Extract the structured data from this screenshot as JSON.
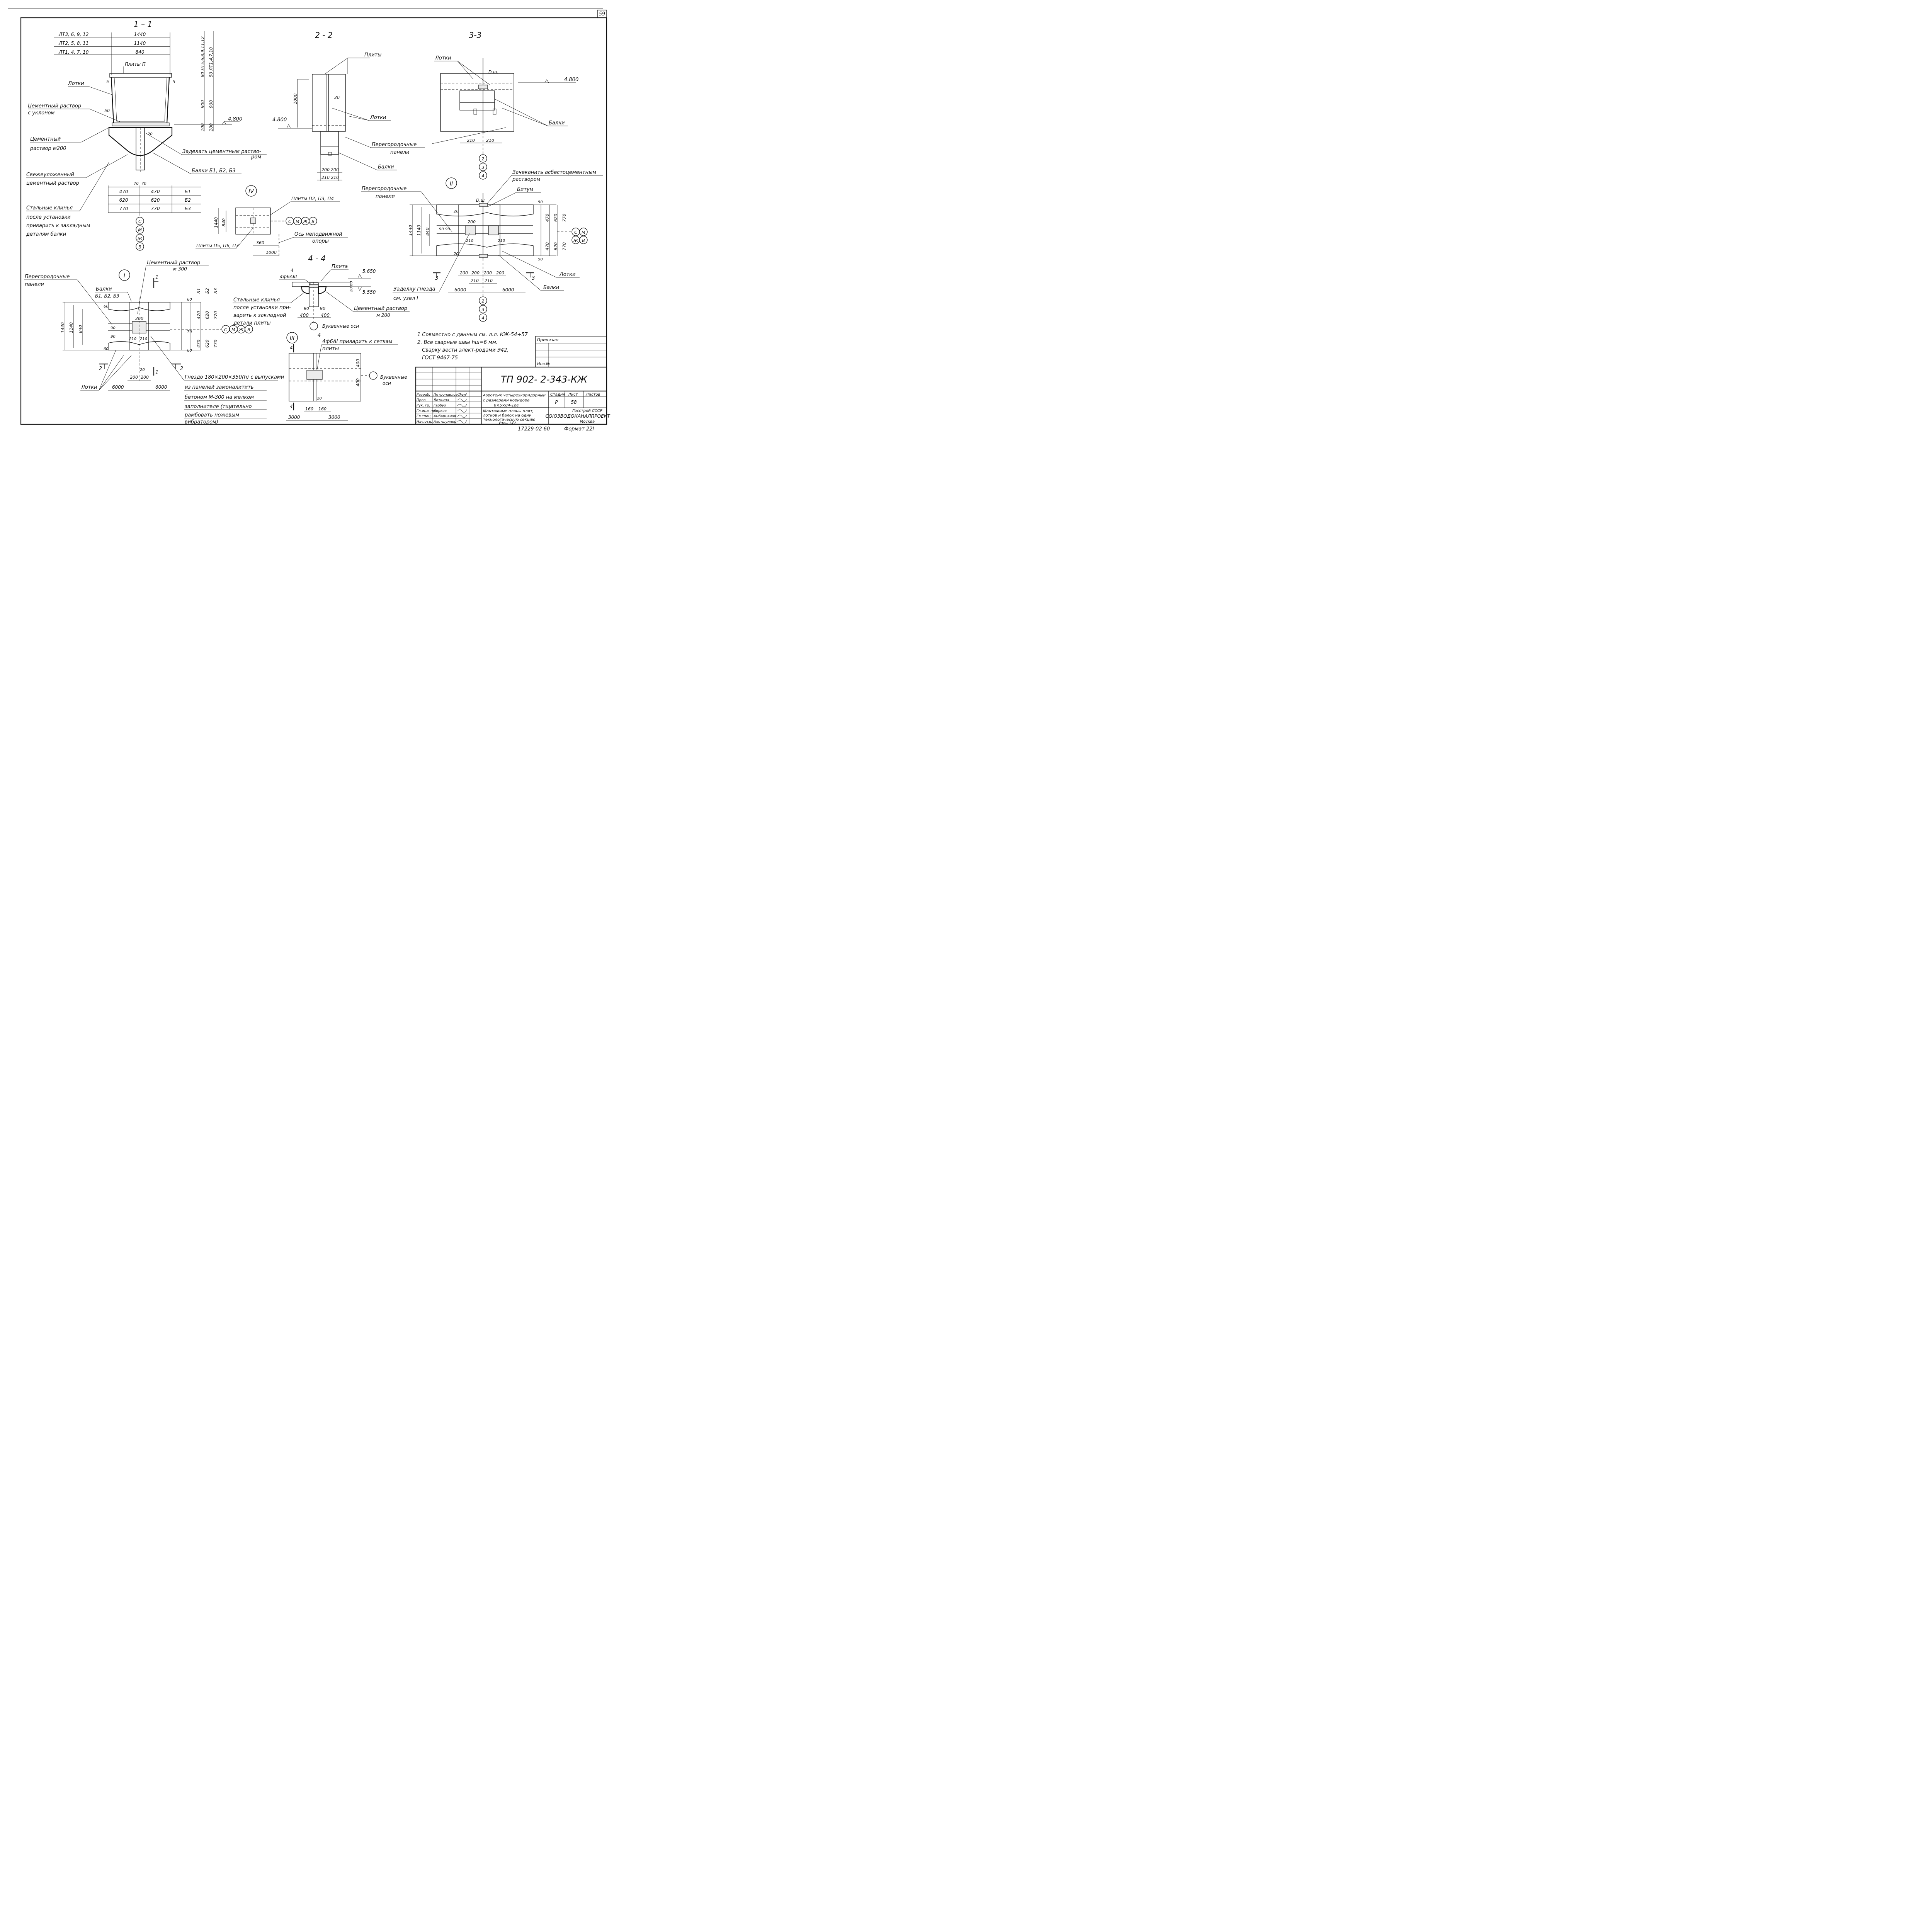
{
  "sheet": {
    "page_number": "59",
    "format": "Формат 22I",
    "inventory": "17229-02 60"
  },
  "sec11": {
    "title": "1 – 1",
    "dim_rows": [
      {
        "label": "ЛТ3, 6, 9, 12",
        "value": "1440"
      },
      {
        "label": "ЛТ2, 5, 8, 11",
        "value": "1140"
      },
      {
        "label": "ЛТ1, 4, 7, 10",
        "value": "840"
      }
    ],
    "vertical_labels": [
      "80 ЛТ5,6,8,9,11,12",
      "50 ЛТ1,4,7,10",
      "900",
      "900",
      "100",
      "100"
    ],
    "slab_label": "Плиты П",
    "left_labels": [
      "Лотки",
      "Цементный раствор",
      "с уклоном",
      "Цементный",
      "раствор м200",
      "Свежеуложенный",
      "цементный раствор",
      "Стальные клинья",
      "после установки",
      "приварить к закладным",
      "деталям балки"
    ],
    "dim5a": "5",
    "dim5b": "5",
    "dim50": "50",
    "dim20": "20",
    "level": "4.800",
    "fill_note_1": "Заделать цементным раство-",
    "fill_note_2": "ром",
    "beams_note": "Балки Б1, Б2, Б3",
    "dim70a": "70",
    "dim70b": "70",
    "beam_rows": [
      {
        "a": "470",
        "b": "470",
        "mark": "Б1"
      },
      {
        "a": "620",
        "b": "620",
        "mark": "Б2"
      },
      {
        "a": "770",
        "b": "770",
        "mark": "Б3"
      }
    ],
    "axis_marks": [
      "С",
      "М",
      "Ж",
      "В"
    ]
  },
  "sec22": {
    "title": "2 - 2",
    "slabs": "Плиты",
    "dim1000": "1000",
    "dim20": "20",
    "trays": "Лотки",
    "level": "4.800",
    "panels_1": "Перегородочные",
    "panels_2": "панели",
    "beams": "Балки",
    "dims_a": [
      "200",
      "200"
    ],
    "dims_b": [
      "210",
      "210"
    ]
  },
  "sec33": {
    "title": "3-3",
    "trays": "Лотки",
    "dw": "D.ш.",
    "level": "4.800",
    "beams": "Балки",
    "dims": [
      "210",
      "210"
    ],
    "axis_marks": [
      "2",
      "3",
      "4"
    ]
  },
  "node4": {
    "num": "IV",
    "slabs_top": "Плиты П2, П3, П4",
    "slabs_bottom": "Плиты П5, П6, П7",
    "dim1440": "1440",
    "dim840": "840",
    "dim360": "360",
    "dim1000": "1000",
    "axis_note_1": "Ось неподвижной",
    "axis_note_2": "опоры",
    "axis_marks": [
      "С",
      "М",
      "Ж",
      "В"
    ]
  },
  "node1": {
    "num": "I",
    "cement_1": "Цементный раствор",
    "cement_2": "м 300",
    "panels_1": "Перегородочные",
    "panels_2": "панели",
    "beams_1": "Балки",
    "beams_2": "Б1, Б2, Б3",
    "cut": "1",
    "dims_left": [
      "1440",
      "1140",
      "840"
    ],
    "dim60a": "60",
    "dim60b": "60",
    "dim90a": "90",
    "dim90b": "90",
    "dim200": "200",
    "dims_210": [
      "210",
      "210"
    ],
    "dim20": "20",
    "dims_200": [
      "200",
      "200"
    ],
    "dims_6000": [
      "6000",
      "6000"
    ],
    "right_cols": [
      "470",
      "620",
      "770"
    ],
    "right_marks": [
      "Б1",
      "Б2",
      "Б3"
    ],
    "dim60c": "60",
    "dim70": "70",
    "dim60d": "60",
    "cut2": "2",
    "trays": "Лотки",
    "nest_1": "Гнездо 180×200×350(h) с выпусками",
    "nest_2": "из панелей замоналитить",
    "nest_3": "бетоном М-300 на мелком",
    "nest_4": "заполнителе (тщательно",
    "nest_5": "рамбовать ножевым",
    "nest_6": "вибратором)",
    "axis_marks": [
      "С",
      "М",
      "Ж",
      "В"
    ]
  },
  "sec44": {
    "title": "4 - 4",
    "slab": "Плита",
    "mark4": "4",
    "rebar": "4ф6АIII",
    "lvl_top": "5.650",
    "lvl_bot": "5.550",
    "dims_v": [
      "80",
      "20"
    ],
    "wedges_1": "Стальные клинья",
    "wedges_2": "после установки при-",
    "wedges_3": "варить к закладной",
    "wedges_4": "детали плиты",
    "dims_90": [
      "90",
      "90"
    ],
    "dims_400": [
      "400",
      "400"
    ],
    "cement_1": "Цементный раствор",
    "cement_2": "м 200",
    "axes": "Буквенные оси"
  },
  "node3": {
    "num": "III",
    "mark4": "4",
    "rebar_1": "4ф6АI приварить к сеткам",
    "rebar_2": "плиты",
    "dims_v": [
      "400",
      "400"
    ],
    "axes_1": "Буквенные",
    "axes_2": "оси",
    "dim20": "20",
    "dims_160": [
      "160",
      "160"
    ],
    "dims_3000": [
      "3000",
      "3000"
    ]
  },
  "node2": {
    "num": "II",
    "caulk_1": "Зачеканить асбестоцементным",
    "caulk_2": "раствором",
    "bitumen": "Битум",
    "panels_1": "Перегородочные",
    "panels_2": "панели",
    "dw": "D.ш.",
    "dims_left": [
      "1440",
      "1140",
      "840"
    ],
    "dim20a": "20",
    "dim20b": "20",
    "dim90a": "90",
    "dim90b": "90",
    "dim200": "200",
    "dims_210": [
      "210",
      "210"
    ],
    "dims_bottom": [
      "200",
      "200",
      "200",
      "200"
    ],
    "dims_mid": [
      "210",
      "210"
    ],
    "dims_6000": [
      "6000",
      "6000"
    ],
    "right_cols": [
      "470",
      "620",
      "770"
    ],
    "dim50a": "50",
    "dim50b": "50",
    "cut3": "3",
    "trays": "Лотки",
    "beams": "Балки",
    "nest_1": "Заделку гнезда",
    "nest_2": "см. узел I",
    "axis_marks_r": [
      "С",
      "М",
      "Ж",
      "В"
    ],
    "axis_marks_b": [
      "2",
      "3",
      "4"
    ]
  },
  "notes": {
    "n1": "1 Совместно с данным см. л.л. КЖ-54÷57",
    "n2": "2. Все сварные швы hш=6 мм.",
    "n3": "Сварку вести элект-родами Э42,",
    "n4": "ГОСТ 9467-75"
  },
  "stamp": {
    "privyazan": "Привязан",
    "inv": "Инв.№",
    "code": "ТП 902- 2-343-КЖ",
    "roles": [
      "Разраб.",
      "Пров.",
      "Рук. гр.",
      "Гл.инж.пр.",
      "Гл.спец.",
      "Нач.отд."
    ],
    "names": [
      "Петропавловская",
      "Лоткина",
      "Гарбуз",
      "Чирков",
      "Амбарцанов",
      "Алотшуллер"
    ],
    "project_1": "Аэротенк четырехкоридорный",
    "project_2": "с размерами коридора",
    "project_3": "6×5×84-1ое",
    "sheet_1": "Монтажные планы плит,",
    "sheet_2": "лотков и балок на одну",
    "sheet_3": "технологическую секцию",
    "sheet_4": "Узлы I-IV",
    "stage_h": "Стадия",
    "sheet_h": "Лист",
    "sheets_h": "Листов",
    "stage": "Р",
    "sheet_no": "58",
    "org_1": "Госстрой СССР",
    "org_2": "СОЮЗВОДОКАНАЛПРОЕКТ",
    "org_3": "Москва"
  }
}
